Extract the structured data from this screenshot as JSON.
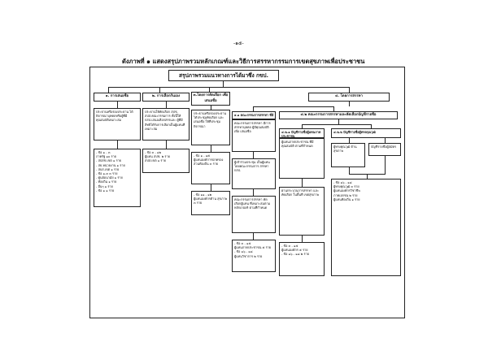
{
  "page_number": "-๑๕-",
  "caption": "ดังภาพที่ ๑   แสดงสรุปภาพรวมหลักเกณฑ์และวิธีการสรรหากรรมการเขตสุขภาพเพื่อประชาชน",
  "diagram": {
    "top": "สรุปภาพรวมแนวทางการได้มาซึ่ง กขป.",
    "c1": {
      "head": "๑. การเสนอชื่อ",
      "b1": "ประธานหรือรองประธาน ได้พิจารณาบุคคลหรือผู้ที่มีคุณสมบัติเหมาะสม",
      "b2": "- ข้อ ๑ - ๓\n  ภาครัฐ ๑๐ ราย\n  - สปสช.เขต ๑ ราย\n  - สธ.หน่วยงาน ๑ ราย\n  - สบส.เขต ๑ ราย\n  - ข้อ ๑-๓ ๓ ราย\n  - ศูนย์อนามัย ๑ ราย\n  - ท้องถิ่น ๑ ราย\n  - อื่นๆ ๑ ราย\n  - ข้อ ๑ ๑ ราย"
    },
    "c2": {
      "head": "๒. การเลือกกันเอง",
      "b1": "ประธานให้คัดเลือก สปช. สปส.คณะกรรมการ ทั้งนี้ให้ กสป.เสนอเลือกสรรและ ผู้ที่มีสิทธิได้รับการเลือกเป็นผู้แทนที่เหมาะสม",
      "b2": "- ข้อ ๓ - ๑๒\n  ผู้แทน สปช. ๒ ราย\n  สปส.เขต ๑ ราย"
    },
    "c3": {
      "head": "๓.โดยการคัดเลือก เพื่อเสนอชื่อ",
      "b1": "ประธานหรือรองประธาน ได้ประชุมคัดเลือก และเสนอชื่อ ให้ที่ประชุมพิจารณา",
      "b2": "- ข้อ ๑ - ๑๕\n  ผู้แทนองค์การปกครอง ส่วนท้องถิ่น ๓ ราย",
      "b3": "- ข้อ ๑๑ - ๑๒\n  ผู้แทนองค์กรด้าน สุขภาพ ๓ ราย"
    },
    "c4": {
      "head": "๔. โดยการสรรหา",
      "a_head": "๔.๑ คณะกรรมการสรรหา ที่มีอำนาจ",
      "a_b1": "คณะกรรมการสรรหา มีการสรรหาบุคคล ผู้มีคุณสมบัติเพื่อ เสนอชื่อ",
      "a_b2": "ผู้เข้าร่วมประชุม เป็นผู้แทน โดยคณะกรรมการ สรรหา กสป.",
      "a_b3": "คณะกรรมการสรรหา คัดเลือกผู้แทน ที่เหมาะสมตามหลักเกณฑ์ ตามที่กำหนด",
      "a_b4": "- ข้อ ๓ - ๑๕\n  ผู้แทนภาคประชาชน ๕ ราย\n- ข้อ ๑๖ - ๑๘\n  ผู้แทนวิชาการ ๒ ราย",
      "b_head": "๔.๒ คณะกรรมการสรรหาและคัดเลือกบัญชีรายชื่อ",
      "b1_head": "๔.๒.๑ บัญชีรายชื่อผู้แทนภาคประชาชน",
      "b1_b1": "ผู้แทนภาคประชาชน ที่มีคุณสมบัติ ตามที่กำหนด",
      "b1_b2": "ผ่านกระบวนการสรรหา และคัดเลือก ในพื้นที่ เขตสุขภาพ",
      "b1_b3": "- ข้อ ๓ - ๑๕\n  ผู้แทนองค์กร ๕ ราย\n- ข้อ ๑๖ - ๑๘ ๒ ราย",
      "b2_head": "๔.๒.๒ บัญชีรายชื่อผู้ทรงคุณวุฒิ",
      "b2_b1": "ผู้ทรงคุณวุฒิ ด้านสุขภาพ",
      "b2_b2": "บัญชีรายชื่อผู้สมัคร",
      "b2_b3": "- ข้อ ๑๖ - ๑๘\n  ผู้ทรงคุณวุฒิ ๓ ราย\n  ผู้แทนองค์กรวิชาชีพ\n  ภาคเอกชน ๒ ราย\n  ผู้แทนท้องถิ่น ๑ ราย"
    }
  }
}
